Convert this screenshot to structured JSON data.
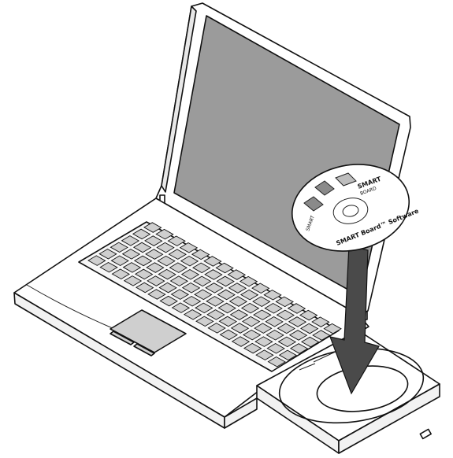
{
  "illustration": {
    "disc": {
      "brand_top": "SMART",
      "brand_top_sub": "BOARD",
      "label_arc": "SMART Board™ Software",
      "small_logo": "SMART"
    },
    "colors": {
      "screen": "#9b9b9b",
      "disc_label_box": "#8a8a8a",
      "arrow": "#4a4a4a",
      "keycap": "#cfcfcf",
      "outline": "#111111"
    },
    "icons": [
      "laptop-icon",
      "cd-disc-icon",
      "insert-arrow-icon",
      "disc-drive-tray-icon"
    ]
  }
}
